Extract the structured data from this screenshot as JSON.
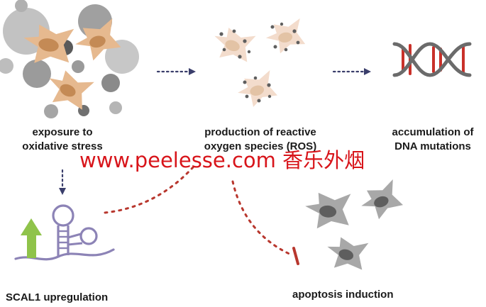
{
  "labels": {
    "exposure_line1": "exposure to",
    "exposure_line2": "oxidative stress",
    "ros_line1": "production of reactive",
    "ros_line2": "oxygen species (ROS)",
    "dna_line1": "accumulation of",
    "dna_line2": "DNA mutations",
    "scal1": "SCAL1 upregulation",
    "apoptosis": "apoptosis induction"
  },
  "watermark": "www.peelesse.com 香乐外烟",
  "colors": {
    "cell_orange": "#e6b98f",
    "cell_orange_nucleus": "#c48a55",
    "cell_pale": "#f3dccc",
    "cell_pale_nucleus": "#e3c3a5",
    "cell_gray": "#a8a8a8",
    "cell_gray_nucleus": "#5e5e5e",
    "particle_gray": "#8e8e8e",
    "dna_red": "#c9312a",
    "dna_gray": "#6b6b6b",
    "arrow_navy": "#3a3e6b",
    "inhibit_red": "#b8372e",
    "rna_purple": "#8c83b6",
    "up_arrow_green": "#8fc34a",
    "watermark_red": "#d8141a"
  }
}
